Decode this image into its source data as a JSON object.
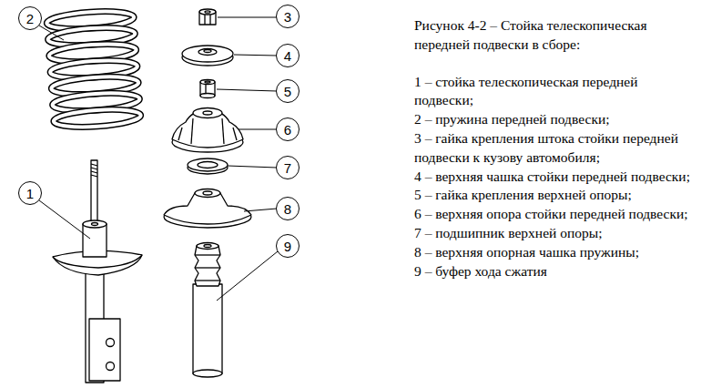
{
  "diagram": {
    "caption": "Рисунок 4-2 – Стойка телескопическая передней подвески в сборе:",
    "nodes": [
      {
        "text": [
          "2"
        ]
      },
      {
        "text": [
          "3"
        ]
      },
      {
        "text": [
          "4"
        ]
      },
      {
        "text": [
          "5"
        ]
      },
      {
        "text": [
          "6"
        ]
      },
      {
        "text": [
          "7"
        ]
      },
      {
        "text": [
          "1"
        ]
      },
      {
        "text": [
          "8"
        ]
      },
      {
        "text": [
          "9"
        ]
      }
    ],
    "labels": [
      "1 – стойка телескопическая передней подвески;",
      "2 – пружина передней подвески;",
      "3 – гайка крепления штока стойки передней подвески к кузову автомобиля;",
      "4 – верхняя чашка стойки передней подвески;",
      "5 – гайка крепления верхней опоры;",
      "6 – верхняя опора стойки передней подвески;",
      "7 – подшипник верхней опоры;",
      "8 – верхняя опорная чашка пружины;",
      "9 – буфер хода сжатия"
    ]
  }
}
